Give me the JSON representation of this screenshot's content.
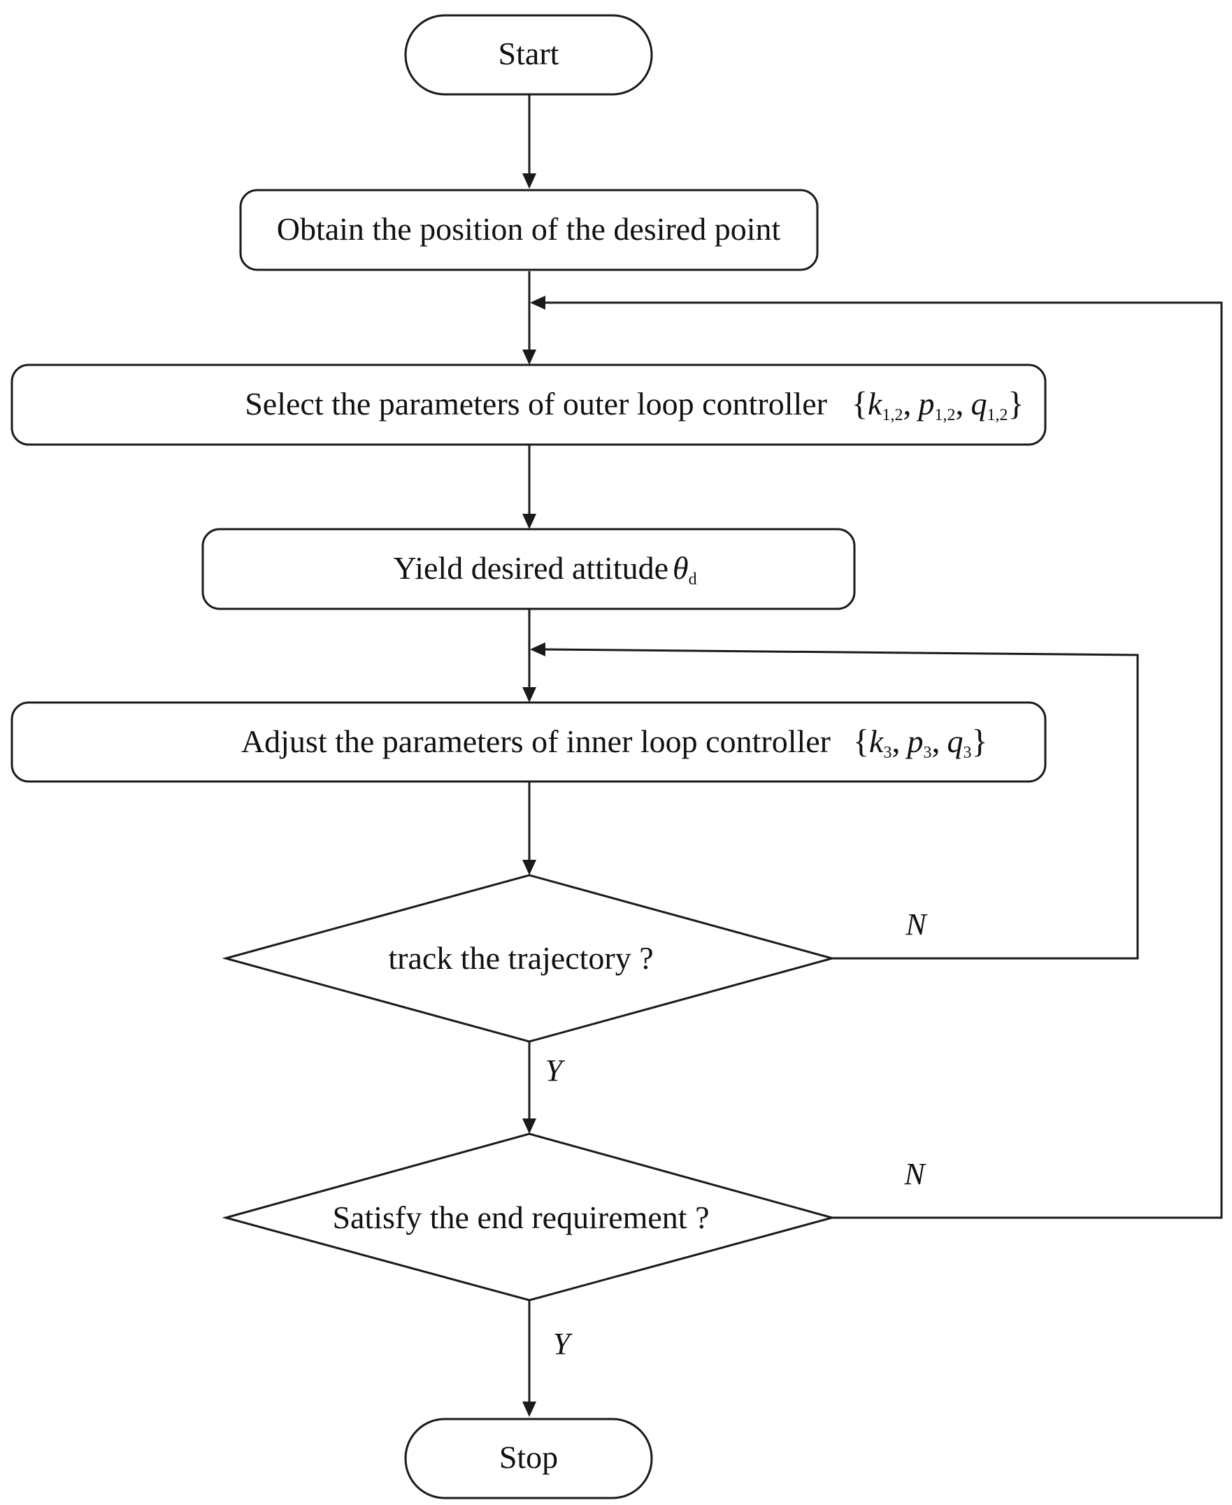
{
  "diagram": {
    "nodes": {
      "start": {
        "label": "Start"
      },
      "obtain": {
        "label": "Obtain the position of the desired point"
      },
      "select_outer": {
        "label": "Select the parameters of outer loop controller",
        "params": {
          "k": "k",
          "k_sub": "1,2",
          "p": "p",
          "p_sub": "1,2",
          "q": "q",
          "q_sub": "1,2"
        }
      },
      "yield": {
        "label": "Yield desired attitude",
        "symbol": "θ",
        "symbol_sub": "d"
      },
      "adjust_inner": {
        "label": "Adjust the parameters of inner loop controller",
        "params": {
          "k": "k",
          "k_sub": "3",
          "p": "p",
          "p_sub": "3",
          "q": "q",
          "q_sub": "3"
        }
      },
      "track": {
        "label": "track the trajectory ?"
      },
      "satisfy": {
        "label": "Satisfy the end requirement ?"
      },
      "stop": {
        "label": "Stop"
      }
    },
    "edge_labels": {
      "track_no": "N",
      "track_yes": "Y",
      "satisfy_no": "N",
      "satisfy_yes": "Y"
    },
    "separator": ","
  }
}
